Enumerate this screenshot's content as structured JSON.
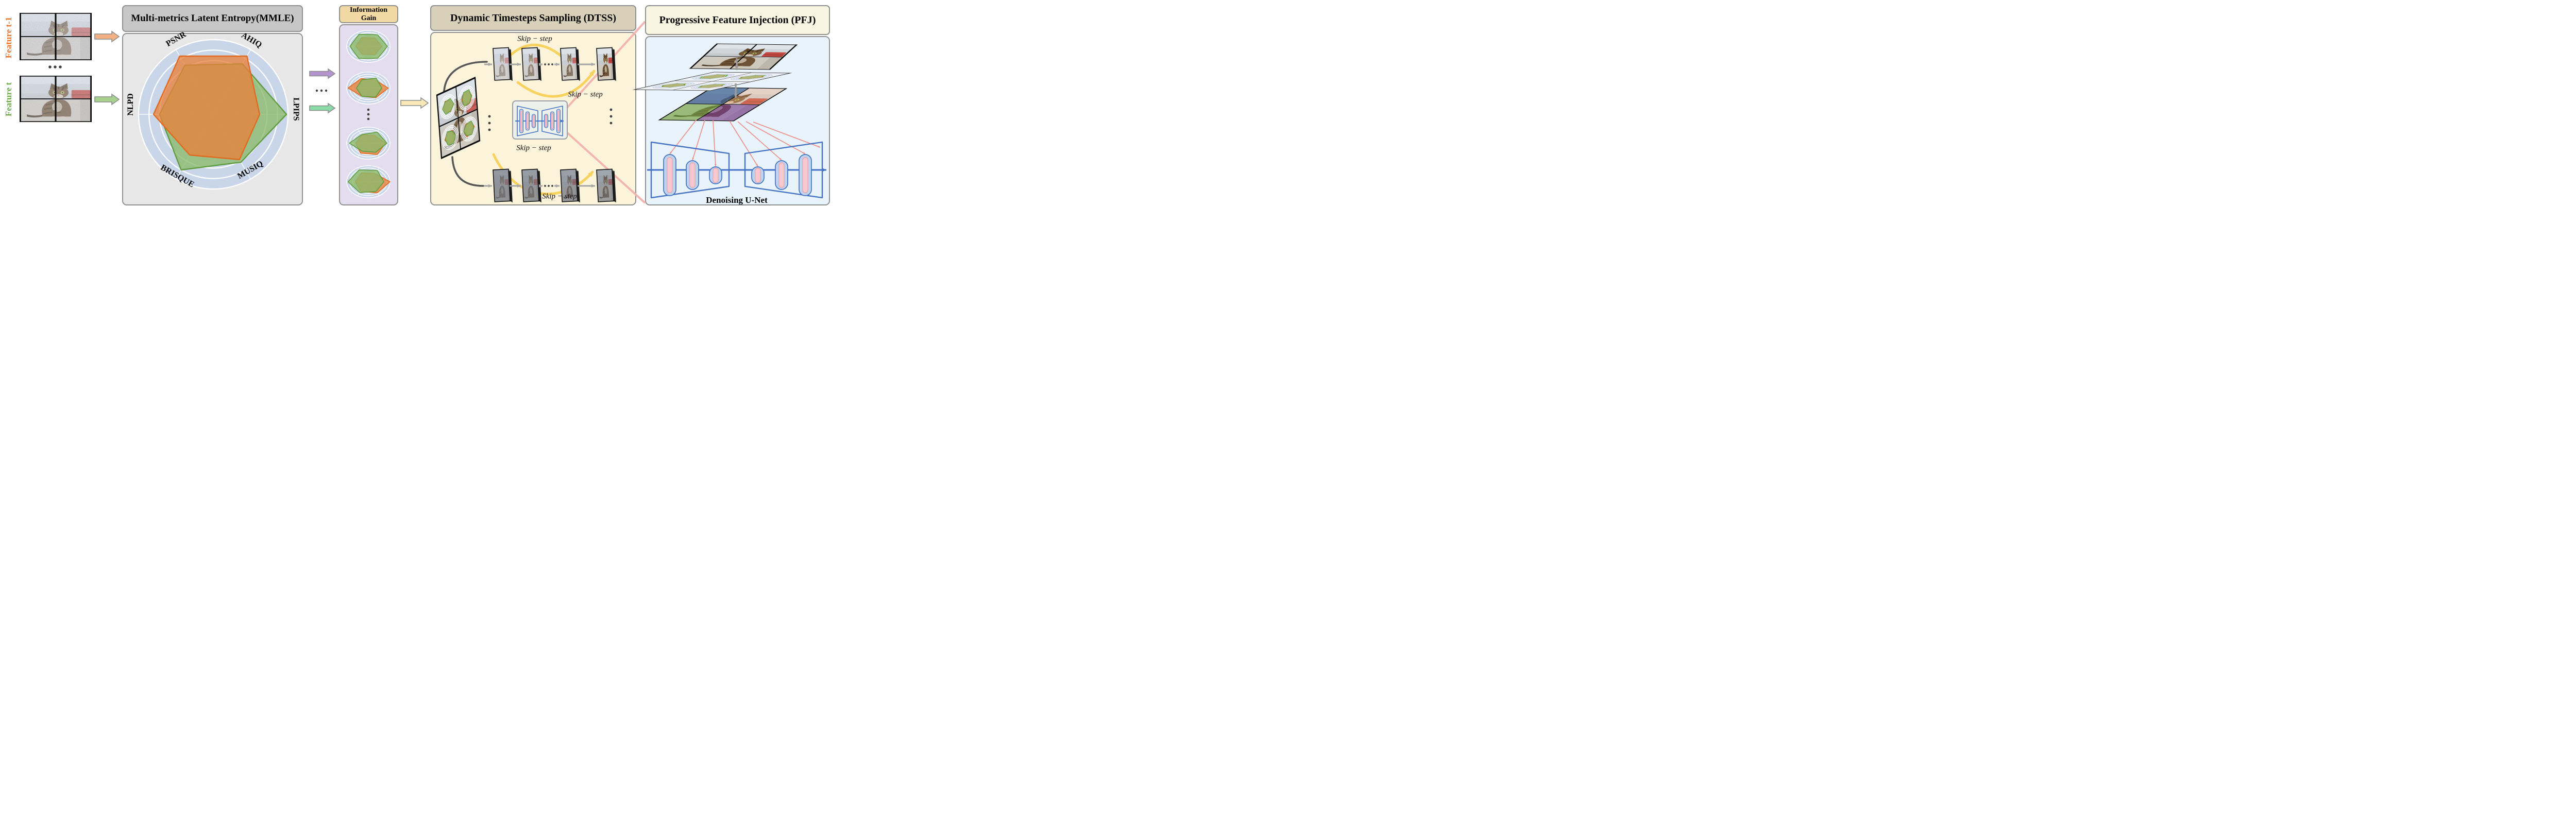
{
  "inputs": {
    "feature_prev": {
      "label": "Feature t-1",
      "color": "#E8772E"
    },
    "feature_curr": {
      "label": "Feature t",
      "color": "#6FAE4B"
    },
    "between_ellipsis": "…"
  },
  "panels": {
    "mmle": {
      "title": "Multi-metrics Latent Entropy(MMLE)",
      "header_bg": "#C7C7C7",
      "body_bg": "#E7E7E7"
    },
    "info_gain": {
      "title_line1": "Information",
      "title_line2": "Gain",
      "header_bg": "#F2D8A3",
      "body_bg": "#E4DCEF",
      "ellipsis": "⋮"
    },
    "dtss": {
      "title": "Dynamic Timesteps Sampling (DTSS)",
      "header_bg": "#D8D0B8",
      "body_bg": "#FCF3DB",
      "skip_step": "Skip − step",
      "skip_step_count": 4,
      "row_ellipsis": "…",
      "column_ellipsis": "⋮"
    },
    "pfj": {
      "title": "Progressive Feature Injection (PFJ)",
      "header_bg": "#F7F4E2",
      "body_bg": "#E9F3FB",
      "unet_label": "Denoising U-Net"
    }
  },
  "chart_data": [
    {
      "type": "radar",
      "title": "MMLE multi-metric radar",
      "axes": [
        "LPIPS",
        "AHIQ",
        "PSNR",
        "NLPD",
        "BRISQUE",
        "MUSIQ"
      ],
      "axis_angles_deg": [
        0,
        60,
        120,
        180,
        240,
        300
      ],
      "scale": [
        0,
        1
      ],
      "rings": [
        0.3,
        0.52,
        0.72,
        0.86,
        1.0
      ],
      "legend_position": "none",
      "series": [
        {
          "name": "Feature t-1",
          "color": "#E8823C",
          "stroke": "#E06A1F",
          "values": [
            0.62,
            0.9,
            0.9,
            0.8,
            0.63,
            0.7
          ]
        },
        {
          "name": "Feature t",
          "color": "#8CBA6A",
          "stroke": "#5E9C3E",
          "values": [
            0.98,
            0.78,
            0.76,
            0.72,
            0.86,
            0.74
          ]
        }
      ]
    },
    {
      "type": "radar",
      "title": "Information gain radar 1",
      "series": [
        {
          "name": "Feature t-1",
          "values": [
            0.62,
            0.6,
            0.63,
            0.58,
            0.57,
            0.6
          ]
        },
        {
          "name": "Feature t",
          "values": [
            0.88,
            0.84,
            0.87,
            0.85,
            0.88,
            0.86
          ]
        }
      ]
    },
    {
      "type": "radar",
      "title": "Information gain radar 2",
      "series": [
        {
          "name": "Feature t-1",
          "values": [
            0.92,
            0.6,
            0.68,
            0.94,
            0.6,
            0.7
          ]
        },
        {
          "name": "Feature t",
          "values": [
            0.62,
            0.72,
            0.6,
            0.55,
            0.6,
            0.66
          ]
        }
      ]
    },
    {
      "type": "radar",
      "title": "Information gain radar 3",
      "series": [
        {
          "name": "Feature t-1",
          "values": [
            0.8,
            0.56,
            0.6,
            0.58,
            0.72,
            0.82
          ]
        },
        {
          "name": "Feature t",
          "values": [
            0.86,
            0.8,
            0.62,
            0.88,
            0.58,
            0.66
          ]
        }
      ]
    },
    {
      "type": "radar",
      "title": "Information gain radar 4",
      "series": [
        {
          "name": "Feature t-1",
          "values": [
            1.0,
            0.6,
            0.64,
            0.6,
            0.7,
            0.8
          ]
        },
        {
          "name": "Feature t",
          "values": [
            0.72,
            0.82,
            0.86,
            0.94,
            0.78,
            0.7
          ]
        }
      ]
    }
  ],
  "decorative_radars": {
    "dtss_quadrants": [
      {
        "o": [
          0.6,
          0.52,
          0.66,
          0.55,
          0.5,
          0.6
        ],
        "g": [
          0.74,
          0.7,
          0.58,
          0.7,
          0.66,
          0.55
        ]
      },
      {
        "o": [
          0.66,
          0.6,
          0.55,
          0.62,
          0.58,
          0.64
        ],
        "g": [
          0.58,
          0.72,
          0.68,
          0.55,
          0.7,
          0.6
        ]
      },
      {
        "o": [
          0.55,
          0.62,
          0.58,
          0.7,
          0.52,
          0.6
        ],
        "g": [
          0.68,
          0.55,
          0.7,
          0.6,
          0.66,
          0.72
        ]
      },
      {
        "o": [
          0.7,
          0.55,
          0.62,
          0.58,
          0.66,
          0.55
        ],
        "g": [
          0.6,
          0.7,
          0.55,
          0.68,
          0.58,
          0.66
        ]
      }
    ],
    "pfj_layer_quadrants": [
      {
        "o": [
          0.62,
          0.58,
          0.6,
          0.56,
          0.58,
          0.62
        ],
        "g": [
          0.78,
          0.72,
          0.76,
          0.74,
          0.7,
          0.72
        ]
      },
      {
        "o": [
          0.7,
          0.6,
          0.55,
          0.66,
          0.58,
          0.62
        ],
        "g": [
          0.6,
          0.7,
          0.68,
          0.58,
          0.66,
          0.6
        ]
      },
      {
        "o": [
          0.58,
          0.64,
          0.6,
          0.58,
          0.62,
          0.58
        ],
        "g": [
          0.7,
          0.58,
          0.66,
          0.7,
          0.56,
          0.66
        ]
      },
      {
        "o": [
          0.66,
          0.58,
          0.62,
          0.6,
          0.58,
          0.64
        ],
        "g": [
          0.58,
          0.68,
          0.56,
          0.66,
          0.68,
          0.58
        ]
      }
    ]
  },
  "colors": {
    "arrow_orange": "#F4B183",
    "arrow_green": "#A9D18E",
    "arrow_purple": "#B394CF",
    "arrow_mint": "#8ADBA8",
    "arrow_yellow": "#FBE9B7",
    "arrow_outline": "#8C8C8C",
    "skip_arc": "#F7D25E",
    "pink_link": "#F2B5B0",
    "pink_fan": "#E9958E",
    "unet_blue": "#4472C4",
    "unet_bar_fill": "#BDD3EE",
    "unet_capsule": "#F8C8CE",
    "radar_donut": "#C9D5E9",
    "bracket_gray": "#575757",
    "step_arrow_gray": "#A6A6A6",
    "dots_dark": "#3F3F3F"
  }
}
